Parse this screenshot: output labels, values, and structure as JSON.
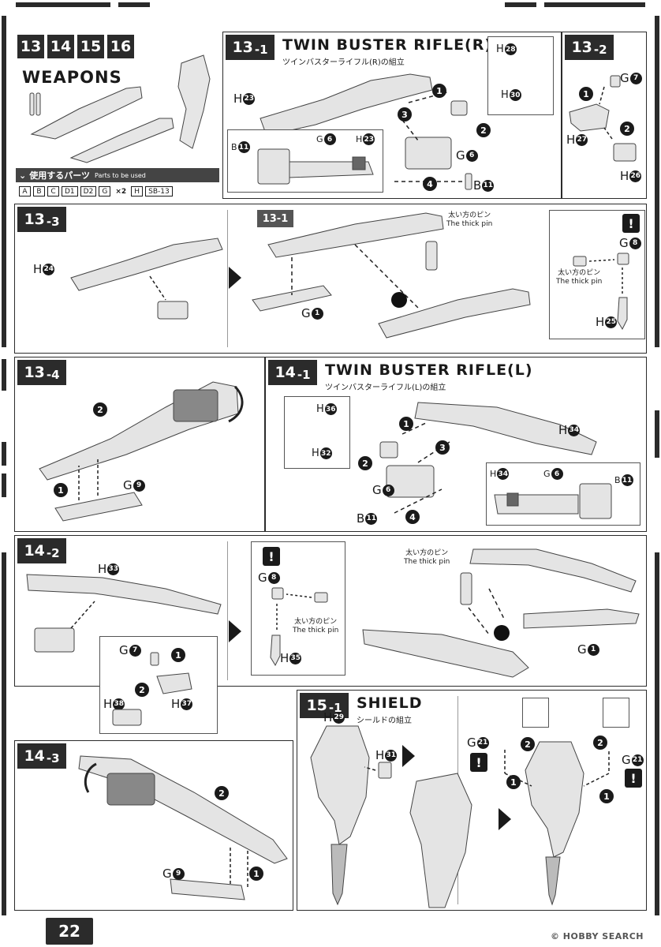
{
  "page": {
    "number": "22",
    "watermark": "© HOBBY SEARCH"
  },
  "weapons_header": {
    "steps": [
      "13",
      "14",
      "15",
      "16"
    ],
    "title": "WEAPONS",
    "parts_label": "使用するパーツ",
    "parts_label_en": "Parts to be used",
    "parts": [
      "A",
      "B",
      "C",
      "D1",
      "D2",
      "G",
      "×2",
      "H",
      "SB-13"
    ]
  },
  "step_13_1": {
    "step": "13",
    "sub": "-1",
    "title": "TWIN BUSTER RIFLE(R)",
    "subtitle": "ツインバスターライフル(R)の組立",
    "labels": {
      "h23": "H",
      "h23n": "23",
      "h28": "H",
      "h28n": "28",
      "h30": "H",
      "h30n": "30",
      "g6": "G",
      "g6n": "6",
      "b11": "B",
      "b11n": "11"
    },
    "inset": {
      "b11": "B",
      "b11n": "11",
      "g6": "G",
      "g6n": "6",
      "h23": "H",
      "h23n": "23"
    },
    "order": [
      "1",
      "2",
      "3",
      "4"
    ]
  },
  "step_13_2": {
    "step": "13",
    "sub": "-2",
    "labels": {
      "g7": "G",
      "g7n": "7",
      "h27": "H",
      "h27n": "27",
      "h26": "H",
      "h26n": "26"
    },
    "order": [
      "1",
      "2"
    ]
  },
  "step_13_3": {
    "step": "13",
    "sub": "-3",
    "ref": "13-1",
    "labels": {
      "h24": "H",
      "h24n": "24",
      "g1": "G",
      "g1n": "1",
      "g8": "G",
      "g8n": "8",
      "h25": "H",
      "h25n": "25"
    },
    "pin_jp": "太い方のピン",
    "pin_en": "The thick pin"
  },
  "step_13_4": {
    "step": "13",
    "sub": "-4",
    "labels": {
      "g9": "G",
      "g9n": "9"
    },
    "order": [
      "1",
      "2"
    ]
  },
  "step_14_1": {
    "step": "14",
    "sub": "-1",
    "title": "TWIN BUSTER RIFLE(L)",
    "subtitle": "ツインバスターライフル(L)の組立",
    "labels": {
      "h36": "H",
      "h36n": "36",
      "h32": "H",
      "h32n": "32",
      "h34": "H",
      "h34n": "34",
      "g6": "G",
      "g6n": "6",
      "b11": "B",
      "b11n": "11"
    },
    "inset": {
      "h34": "H",
      "h34n": "34",
      "g6": "G",
      "g6n": "6",
      "b11": "B",
      "b11n": "11"
    },
    "order": [
      "1",
      "2",
      "3",
      "4"
    ]
  },
  "step_14_2": {
    "step": "14",
    "sub": "-2",
    "labels": {
      "h33": "H",
      "h33n": "33",
      "g7": "G",
      "g7n": "7",
      "h38": "H",
      "h38n": "38",
      "h37": "H",
      "h37n": "37",
      "g8": "G",
      "g8n": "8",
      "h35": "H",
      "h35n": "35",
      "g1": "G",
      "g1n": "1"
    },
    "pin_jp": "太い方のピン",
    "pin_en": "The thick pin",
    "order": [
      "1",
      "2"
    ]
  },
  "step_14_3": {
    "step": "14",
    "sub": "-3",
    "labels": {
      "g9": "G",
      "g9n": "9"
    },
    "order": [
      "1",
      "2"
    ]
  },
  "step_15_1": {
    "step": "15",
    "sub": "-1",
    "title": "SHIELD",
    "subtitle": "シールドの組立",
    "labels": {
      "h29": "H",
      "h29n": "29",
      "h31": "H",
      "h31n": "31",
      "g21a": "G",
      "g21an": "21",
      "g21b": "G",
      "g21bn": "21"
    },
    "order": [
      "1",
      "2"
    ]
  }
}
